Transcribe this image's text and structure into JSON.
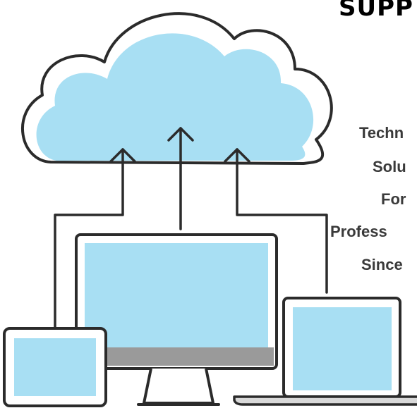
{
  "headline": "SUPP",
  "tagline": {
    "lines": [
      "Techn",
      "Solu",
      "For",
      "Profess",
      "Since"
    ]
  },
  "colors": {
    "screen_fill": "#a8dff3",
    "cloud_fill": "#a8dff3",
    "outline": "#2b2b2b",
    "stand_gray": "#9a9a9a",
    "text_dark": "#3a3a3a"
  },
  "icons": [
    "cloud-icon",
    "upload-arrow-icon",
    "monitor-icon",
    "tablet-icon",
    "laptop-icon"
  ]
}
